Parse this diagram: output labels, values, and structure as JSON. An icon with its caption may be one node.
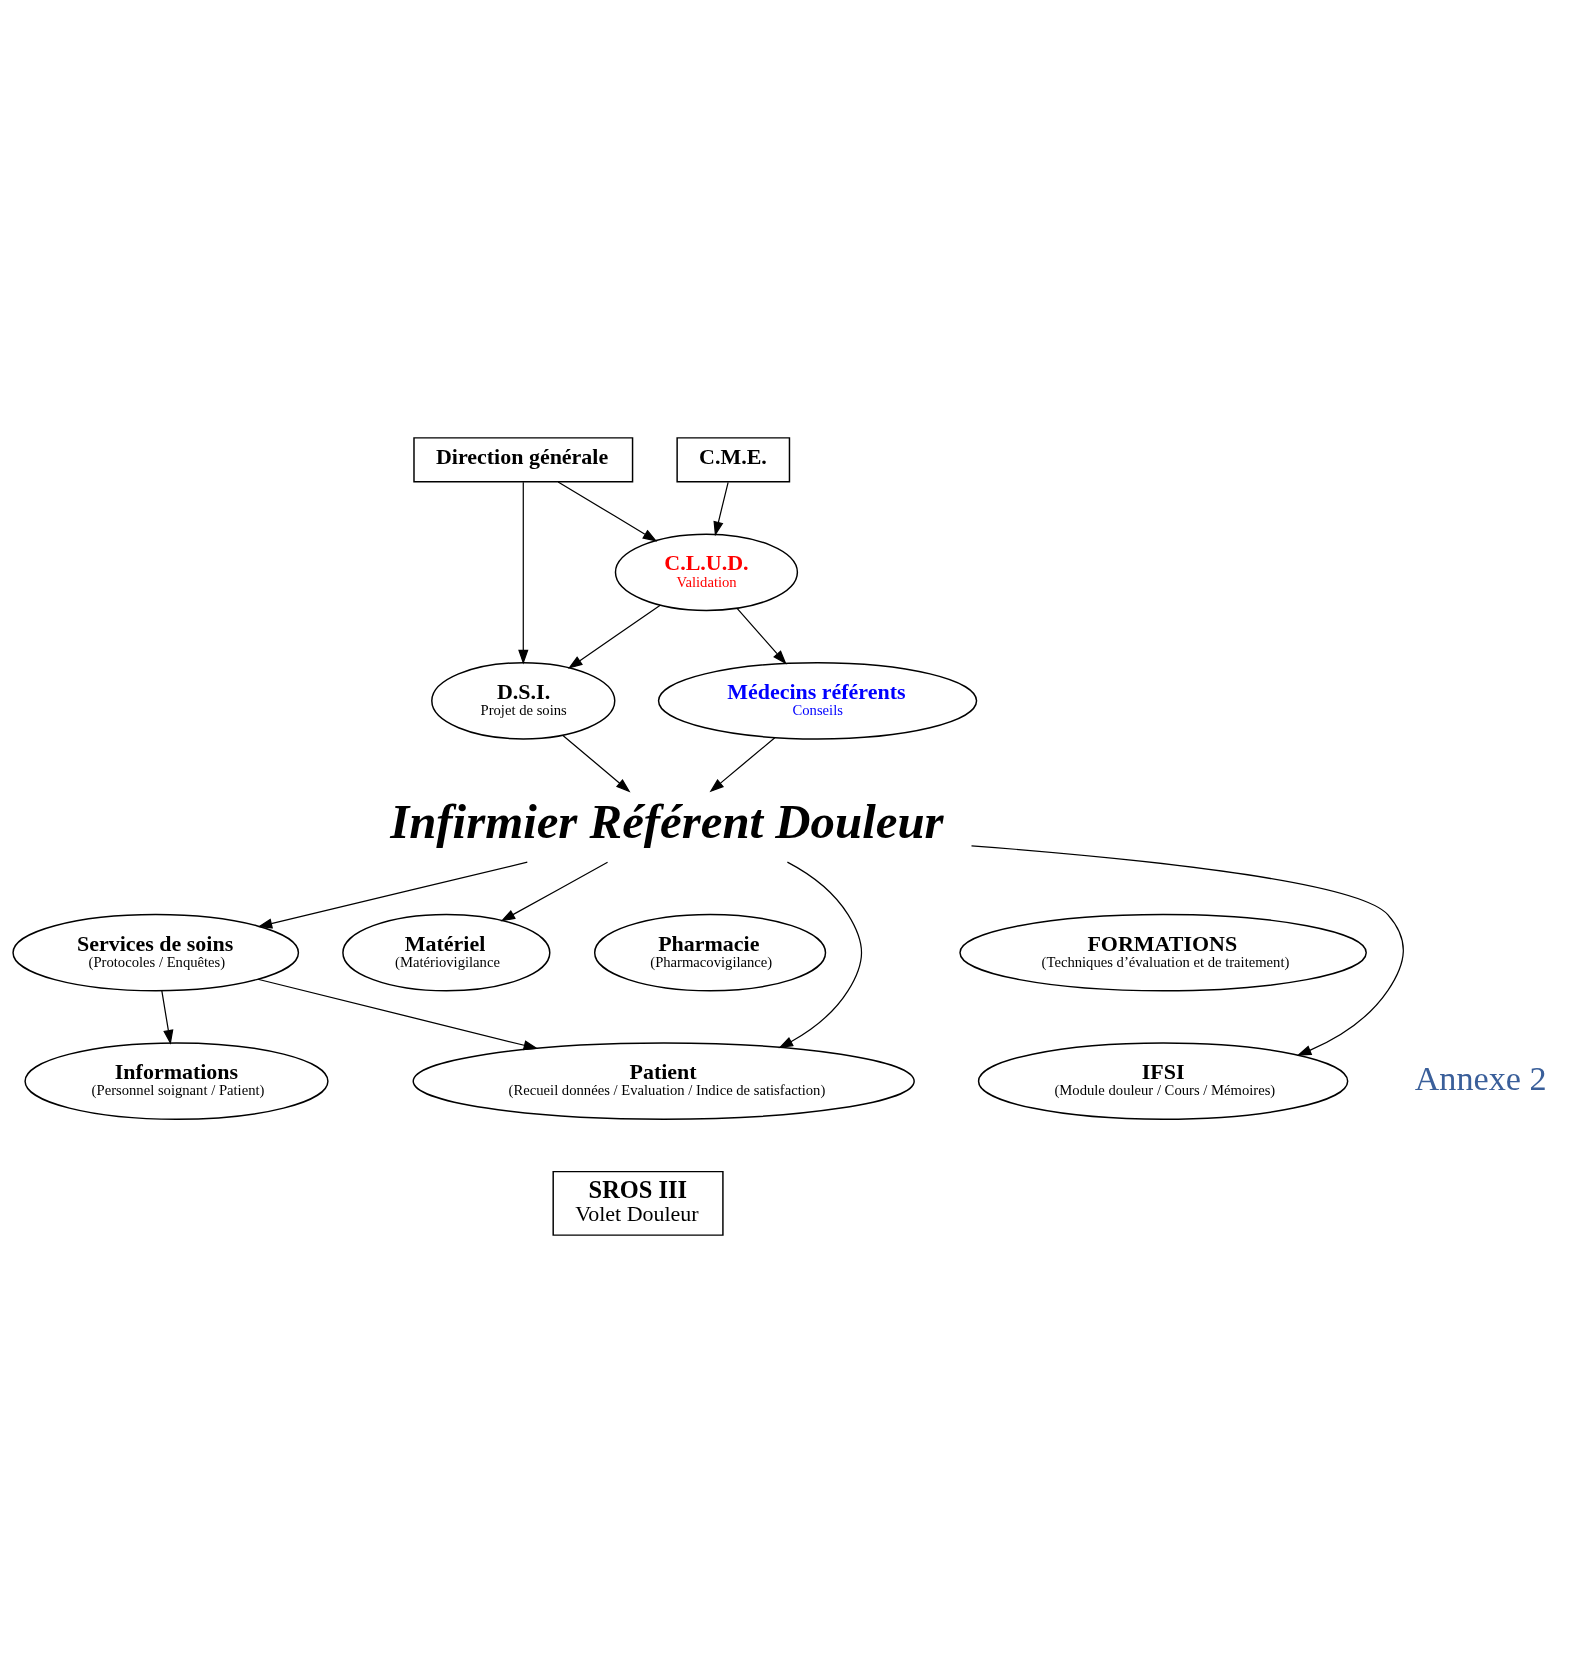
{
  "diagram": {
    "nodes": [
      {
        "text": [
          "Direction générale"
        ]
      },
      {
        "text": [
          "C.M.E."
        ]
      },
      {
        "text": [
          "D.S.I.",
          "Projet de soins"
        ]
      },
      {
        "text": [
          "C.L.U.D.",
          "Validation"
        ]
      },
      {
        "text": [
          "Médecins référents",
          "Conseils"
        ]
      },
      {
        "text": [
          "Infirmier Référent Douleur"
        ]
      },
      {
        "text": [
          "Services de soins",
          "(Protocoles / Enquêtes)"
        ]
      },
      {
        "text": [
          "Matériel",
          "(Matériovigilance"
        ]
      },
      {
        "text": [
          "Pharmacie",
          "(Pharmacovigilance)"
        ]
      },
      {
        "text": [
          "Patient",
          "(Recueil données / Evaluation / Indice de satisfaction)"
        ]
      },
      {
        "text": [
          "FORMATIONS",
          "(Techniques d’évaluation et de traitement)"
        ]
      },
      {
        "text": [
          "Informations",
          "(Personnel soignant / Patient)"
        ]
      },
      {
        "text": [
          "IFSI",
          "(Module douleur / Cours / Mémoires)"
        ]
      },
      {
        "text": [
          "SROS III",
          "Volet Douleur"
        ]
      }
    ],
    "edges": [
      {
        "from": 0,
        "to": 2,
        "arrow": "to"
      },
      {
        "from": 0,
        "to": 3,
        "arrow": "to"
      },
      {
        "from": 1,
        "to": 3,
        "arrow": "to"
      },
      {
        "from": 3,
        "to": 2,
        "arrow": "to"
      },
      {
        "from": 3,
        "to": 4,
        "arrow": "to"
      },
      {
        "from": 2,
        "to": 5,
        "arrow": "to"
      },
      {
        "from": 4,
        "to": 5,
        "arrow": "to"
      },
      {
        "from": 5,
        "to": 6,
        "arrow": "to"
      },
      {
        "from": 5,
        "to": 9,
        "arrow": "to"
      },
      {
        "from": 5,
        "to": 7,
        "arrow": "to"
      },
      {
        "from": 5,
        "to": 12,
        "arrow": "to"
      },
      {
        "from": 6,
        "to": 9,
        "arrow": "to"
      },
      {
        "from": 6,
        "to": 11,
        "arrow": "to"
      }
    ],
    "labels": [
      "Annexe 2"
    ]
  }
}
